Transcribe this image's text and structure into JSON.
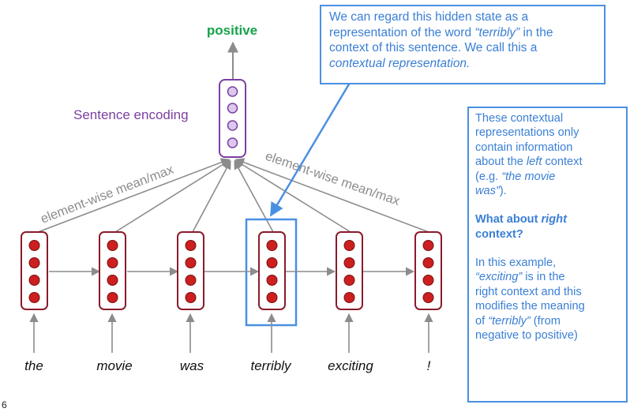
{
  "output_label": "positive",
  "sentence_encoding_label": "Sentence encoding",
  "pooling_label_left": "element-wise mean/max",
  "pooling_label_right": "element-wise mean/max",
  "words": [
    "the",
    "movie",
    "was",
    "terribly",
    "exciting",
    "!"
  ],
  "highlighted_word": "terribly",
  "callout_top": {
    "line1": "We can regard this hidden state as a",
    "line2_a": "representation of the word ",
    "line2_b": "“terribly”",
    "line2_c": " in the",
    "line3": "context of this sentence. We call this a",
    "line4": "contextual representation."
  },
  "callout_right": {
    "p1_l1": "These contextual",
    "p1_l2": "representations only",
    "p1_l3": "contain information",
    "p1_l4_a": "about the ",
    "p1_l4_b": "left",
    "p1_l4_c": " context",
    "p1_l5_a": "(e.g. ",
    "p1_l5_b": "“the movie",
    "p1_l6_a": "was”",
    "p1_l6_b": ").",
    "p2_l1_a": "What about ",
    "p2_l1_b": "right",
    "p2_l2": "context?",
    "p3_l1": "In this example,",
    "p3_l2_a": "“exciting”",
    "p3_l2_b": " is in the",
    "p3_l3": "right context and this",
    "p3_l4": "modifies the meaning",
    "p3_l5_a": "of ",
    "p3_l5_b": "“terribly”",
    "p3_l5_c": " (from",
    "p3_l6": "negative to positive)"
  },
  "slide_number": "6",
  "colors": {
    "output": "#17a34a",
    "encoding_text": "#7b3fa0",
    "encoding_node_fill": "#dcc8ee",
    "hidden_node_fill": "#cc1f1f",
    "cell_border": "#8b1a2b",
    "arrow": "#8c8c8c",
    "highlight": "#4a90e2",
    "callout_text": "#3a7fd5"
  }
}
